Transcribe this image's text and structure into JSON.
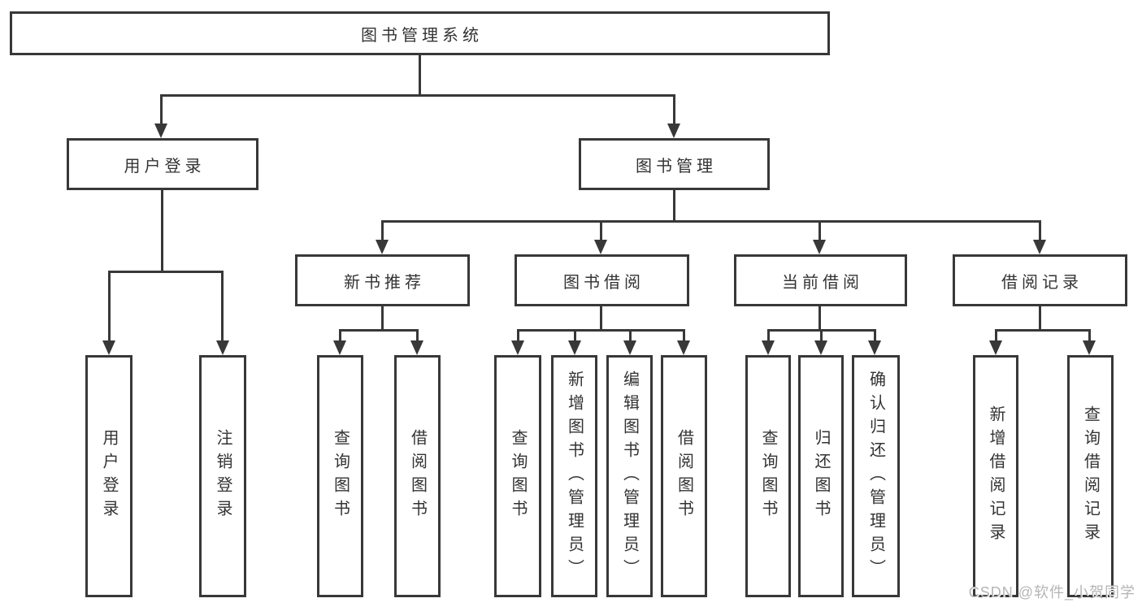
{
  "root_label": "图书管理系统",
  "level1": {
    "user_login": "用户登录",
    "book_mgmt": "图书管理"
  },
  "level2": {
    "new_books": "新书推荐",
    "borrowing": "图书借阅",
    "current": "当前借阅",
    "records": "借阅记录"
  },
  "leaves": {
    "user_login": [
      "用户登录",
      "注销登录"
    ],
    "new_books": [
      "查询图书",
      "借阅图书"
    ],
    "borrowing": [
      "查询图书",
      "新增图书（管理员）",
      "编辑图书（管理员）",
      "借阅图书"
    ],
    "current": [
      "查询图书",
      "归还图书",
      "确认归还（管理员）"
    ],
    "records": [
      "新增借阅记录",
      "查询借阅记录"
    ]
  },
  "watermark": "CSDN @软件_小贺同学",
  "colors": {
    "line": "#383838",
    "text": "#333333",
    "watermark": "#b5b5b5",
    "background": "#ffffff"
  }
}
